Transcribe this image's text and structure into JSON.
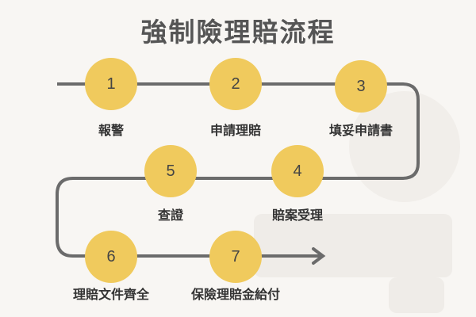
{
  "title": "強制險理賠流程",
  "steps": [
    {
      "number": "1",
      "label": "報警"
    },
    {
      "number": "2",
      "label": "申請理賠"
    },
    {
      "number": "3",
      "label": "填妥申請書"
    },
    {
      "number": "4",
      "label": "賠案受理"
    },
    {
      "number": "5",
      "label": "查證"
    },
    {
      "number": "6",
      "label": "理賠文件齊全"
    },
    {
      "number": "7",
      "label": "保險理賠金給付"
    }
  ],
  "colors": {
    "circle": "#f0ca5d",
    "line": "#6b6b6b",
    "background": "#f8f6f3"
  }
}
